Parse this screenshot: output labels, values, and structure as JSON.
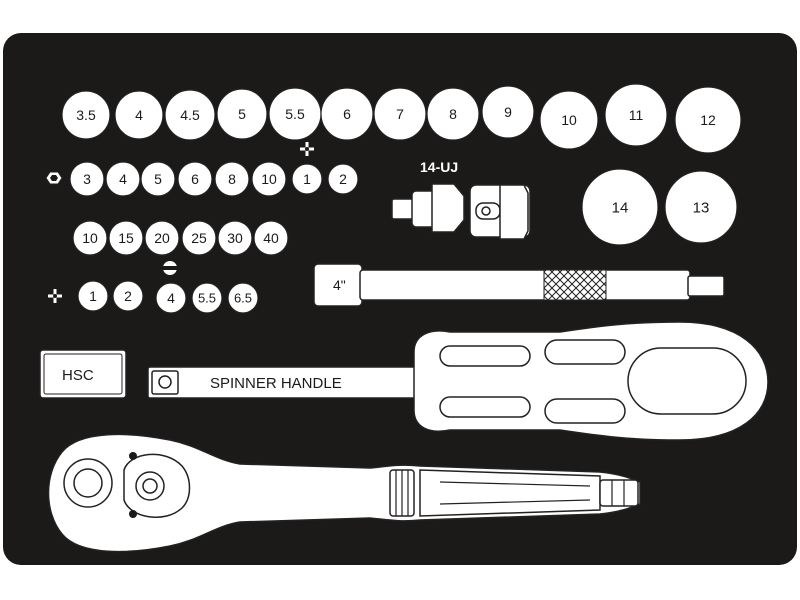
{
  "colors": {
    "tray": "#1c1919",
    "part": "#ffffff",
    "outline": "#222222"
  },
  "sockets_row1": [
    "3.5",
    "4",
    "4.5",
    "5",
    "5.5",
    "6",
    "7",
    "8",
    "9",
    "10",
    "11",
    "12"
  ],
  "hex_bits": [
    "3",
    "4",
    "5",
    "6",
    "8",
    "10"
  ],
  "phillips_bits": [
    "1",
    "2"
  ],
  "torx_bits": [
    "10",
    "15",
    "20",
    "25",
    "30",
    "40"
  ],
  "pozi_bits": [
    "1",
    "2"
  ],
  "slot_bits": [
    "4",
    "5.5",
    "6.5"
  ],
  "large_sockets": [
    "14",
    "13"
  ],
  "labels": {
    "universal_joint": "14-UJ",
    "extension": "4\"",
    "holder": "HSC",
    "spinner_handle": "SPINNER HANDLE"
  },
  "icons": {
    "hex": "hexagon-icon",
    "phillips": "phillips-icon",
    "pozi": "pozidriv-icon",
    "slot": "slotted-icon"
  }
}
